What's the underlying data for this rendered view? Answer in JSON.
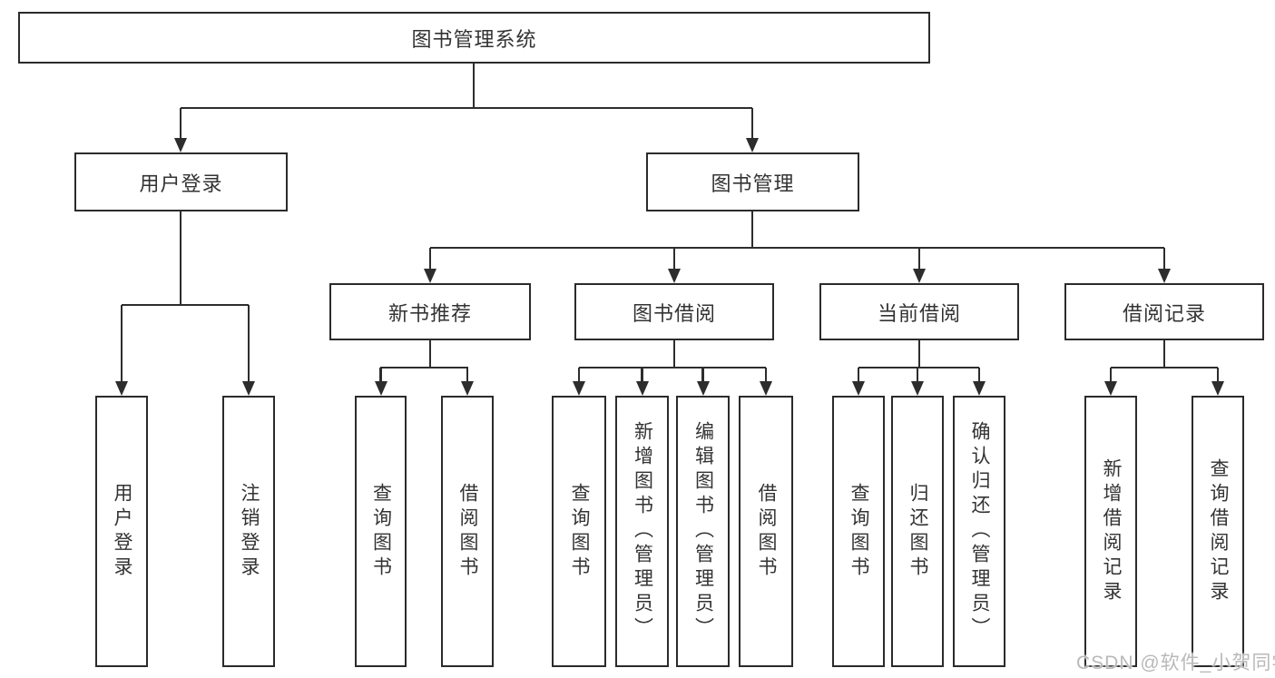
{
  "colors": {
    "line": "#2d2d2d",
    "box_border": "#2b2b2b",
    "text": "#333333",
    "watermark": "#b9b9b9",
    "background": "#ffffff"
  },
  "watermark": "CSDN @软件_小贺同学",
  "tree": {
    "root": {
      "label": "图书管理系统",
      "children": [
        {
          "label": "用户登录",
          "children": [
            {
              "label": "用户登录"
            },
            {
              "label": "注销登录"
            }
          ]
        },
        {
          "label": "图书管理",
          "children": [
            {
              "label": "新书推荐",
              "children": [
                {
                  "label": "查询图书"
                },
                {
                  "label": "借阅图书"
                }
              ]
            },
            {
              "label": "图书借阅",
              "children": [
                {
                  "label": "查询图书"
                },
                {
                  "label": "新增图书（管理员）"
                },
                {
                  "label": "编辑图书（管理员）"
                },
                {
                  "label": "借阅图书"
                }
              ]
            },
            {
              "label": "当前借阅",
              "children": [
                {
                  "label": "查询图书"
                },
                {
                  "label": "归还图书"
                },
                {
                  "label": "确认归还（管理员）"
                }
              ]
            },
            {
              "label": "借阅记录",
              "children": [
                {
                  "label": "新增借阅记录"
                },
                {
                  "label": "查询借阅记录"
                }
              ]
            }
          ]
        }
      ]
    }
  }
}
